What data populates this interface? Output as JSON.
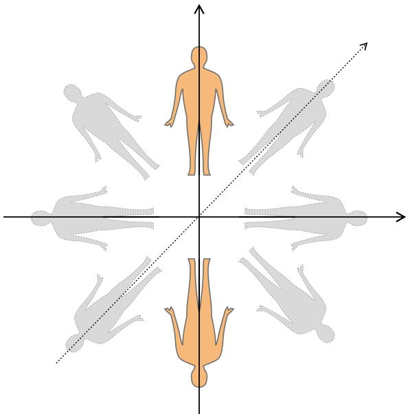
{
  "diagram": {
    "figure_colors": {
      "highlight": "#f6b97a",
      "faded": "#d9d9d9",
      "outline": "#6f6f6f",
      "axis": "#000000"
    },
    "figures": [
      {
        "id": "upright",
        "rotation_deg": 0,
        "style": "highlight"
      },
      {
        "id": "inverted",
        "rotation_deg": 180,
        "style": "highlight"
      },
      {
        "id": "rot-45",
        "rotation_deg": 45,
        "style": "faded"
      },
      {
        "id": "rot-90",
        "rotation_deg": 90,
        "style": "faded"
      },
      {
        "id": "rot-135",
        "rotation_deg": 135,
        "style": "faded"
      },
      {
        "id": "rot-225",
        "rotation_deg": 225,
        "style": "faded"
      },
      {
        "id": "rot-270",
        "rotation_deg": 270,
        "style": "faded"
      },
      {
        "id": "rot-315",
        "rotation_deg": 315,
        "style": "faded"
      }
    ],
    "axes": [
      "vertical-axis",
      "horizontal-axis",
      "diagonal-axis"
    ]
  }
}
